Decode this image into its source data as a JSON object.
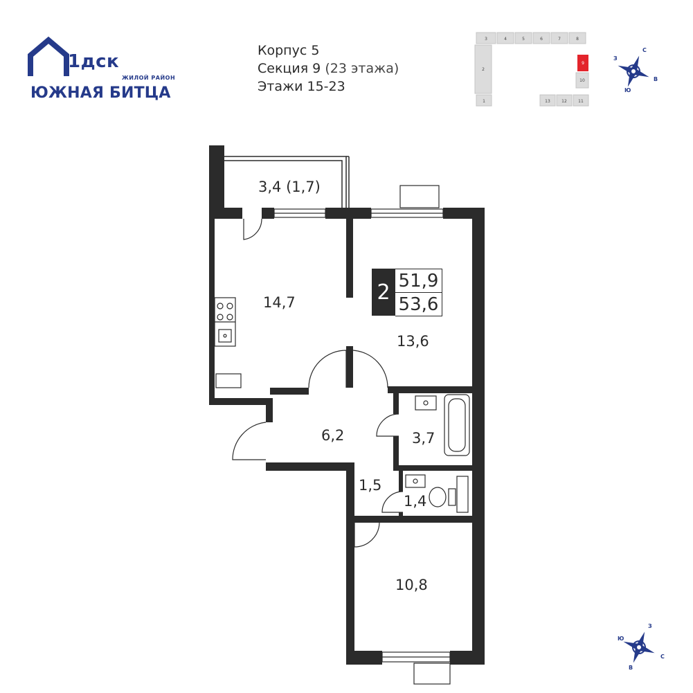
{
  "logo": {
    "mark_text": "1дск",
    "subtitle": "ЖИЛОЙ РАЙОН",
    "name": "ЮЖНАЯ БИТЦА"
  },
  "info": {
    "korpus": "Корпус 5",
    "sekciya": "Секция 9",
    "sekciya_floors": "(23 этажа)",
    "etazhi": "Этажи 15-23"
  },
  "badge": {
    "rooms": "2",
    "living_area": "51,9",
    "total_area": "53,6"
  },
  "rooms": [
    {
      "id": "balcony",
      "area": "3,4 (1,7)"
    },
    {
      "id": "kitchen",
      "area": "14,7"
    },
    {
      "id": "room-1",
      "area": "13,6"
    },
    {
      "id": "hall",
      "area": "6,2"
    },
    {
      "id": "bathroom",
      "area": "3,7"
    },
    {
      "id": "corridor",
      "area": "1,5"
    },
    {
      "id": "toilet",
      "area": "1,4"
    },
    {
      "id": "room-2",
      "area": "10,8"
    }
  ],
  "keyplan": {
    "sections": [
      "1",
      "2",
      "3",
      "4",
      "5",
      "6",
      "7",
      "8",
      "9",
      "10",
      "11",
      "12",
      "13"
    ],
    "highlighted": "9",
    "highlight_color": "#e3242b"
  },
  "compass_top": {
    "n": "С",
    "w": "З",
    "s": "Ю",
    "e": "В"
  },
  "compass_bottom": {
    "n": "З",
    "w": "Ю",
    "s": "В",
    "e": "С"
  },
  "colors": {
    "brand": "#253a8a",
    "wall": "#2b2b2b"
  }
}
